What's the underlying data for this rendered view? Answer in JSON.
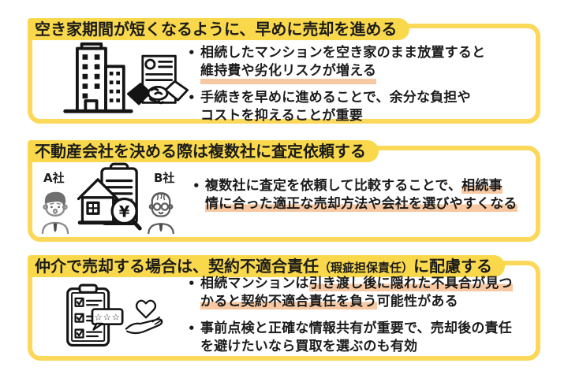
{
  "colors": {
    "accent_yellow": "#F9D84B",
    "border_yellow": "#FBD85A",
    "highlight_salmon": "#F7C8A2",
    "text": "#1b1b1b"
  },
  "sections": [
    {
      "title": "空き家期間が短くなるように、早めに売却を進める",
      "icons": [
        "building-icon",
        "contract-handshake-icon"
      ],
      "bullets": [
        {
          "segments": [
            {
              "text": "相続したマンションを空き家のまま放置すると",
              "style": "plain"
            },
            {
              "text": "維持費や劣化リスクが増える",
              "style": "underline"
            }
          ]
        },
        {
          "segments": [
            {
              "text": "手続きを早めに進めることで、余分な負担や",
              "style": "plain"
            },
            {
              "text": "コストを抑えることが重要",
              "style": "plain"
            }
          ]
        }
      ]
    },
    {
      "title": "不動産会社を決める際は複数社に査定依頼する",
      "labels": {
        "company_a": "A社",
        "company_b": "B社"
      },
      "icons": [
        "person-a-icon",
        "house-appraisal-icon",
        "person-b-icon"
      ],
      "icon_text": {
        "yen": "¥",
        "stars": "☆☆☆"
      },
      "bullets": [
        {
          "segments": [
            {
              "text": "複数社に査定を依頼して比較することで、",
              "style": "plain"
            },
            {
              "text": "相続事",
              "style": "highlight"
            },
            {
              "text": "情に合った適正な売却方法や会社を選びやすくなる",
              "style": "highlight"
            }
          ]
        }
      ]
    },
    {
      "title": {
        "main": "仲介で売却する場合は、契約不適合責任",
        "paren": "（瑕疵担保責任）",
        "tail": "に配慮する"
      },
      "icons": [
        "checklist-icon",
        "heart-hand-icon"
      ],
      "bullets": [
        {
          "segments": [
            {
              "text": "相続マンションは",
              "style": "plain"
            },
            {
              "text": "引き渡し後に隠れた不具合が見つ",
              "style": "highlight"
            },
            {
              "text": "かると契約不適合責任を負う",
              "style": "highlight"
            },
            {
              "text": "可能性がある",
              "style": "plain"
            }
          ]
        },
        {
          "segments": [
            {
              "text": "事前点検と正確な情報共有が重要で、売却後の責任",
              "style": "plain"
            },
            {
              "text": "を避けたいなら買取を選ぶのも有効",
              "style": "plain"
            }
          ]
        }
      ]
    }
  ]
}
